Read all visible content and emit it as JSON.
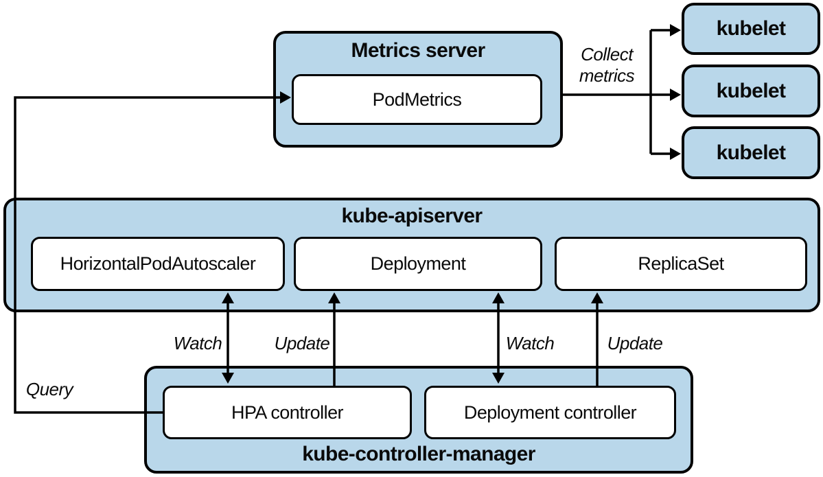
{
  "colors": {
    "node_fill": "#b9d7ea",
    "node_border": "#000000",
    "inner_fill": "#ffffff",
    "line": "#000000",
    "background": "#ffffff"
  },
  "metrics_server": {
    "title": "Metrics server",
    "resource": "PodMetrics"
  },
  "kubelets": [
    {
      "label": "kubelet"
    },
    {
      "label": "kubelet"
    },
    {
      "label": "kubelet"
    }
  ],
  "kube_apiserver": {
    "title": "kube-apiserver",
    "resources": [
      {
        "label": "HorizontalPodAutoscaler"
      },
      {
        "label": "Deployment"
      },
      {
        "label": "ReplicaSet"
      }
    ]
  },
  "kube_controller_manager": {
    "title": "kube-controller-manager",
    "controllers": [
      {
        "label": "HPA controller"
      },
      {
        "label": "Deployment controller"
      }
    ]
  },
  "edge_labels": {
    "collect_metrics_line1": "Collect",
    "collect_metrics_line2": "metrics",
    "query": "Query",
    "watch_left": "Watch",
    "update_left": "Update",
    "watch_right": "Watch",
    "update_right": "Update"
  }
}
